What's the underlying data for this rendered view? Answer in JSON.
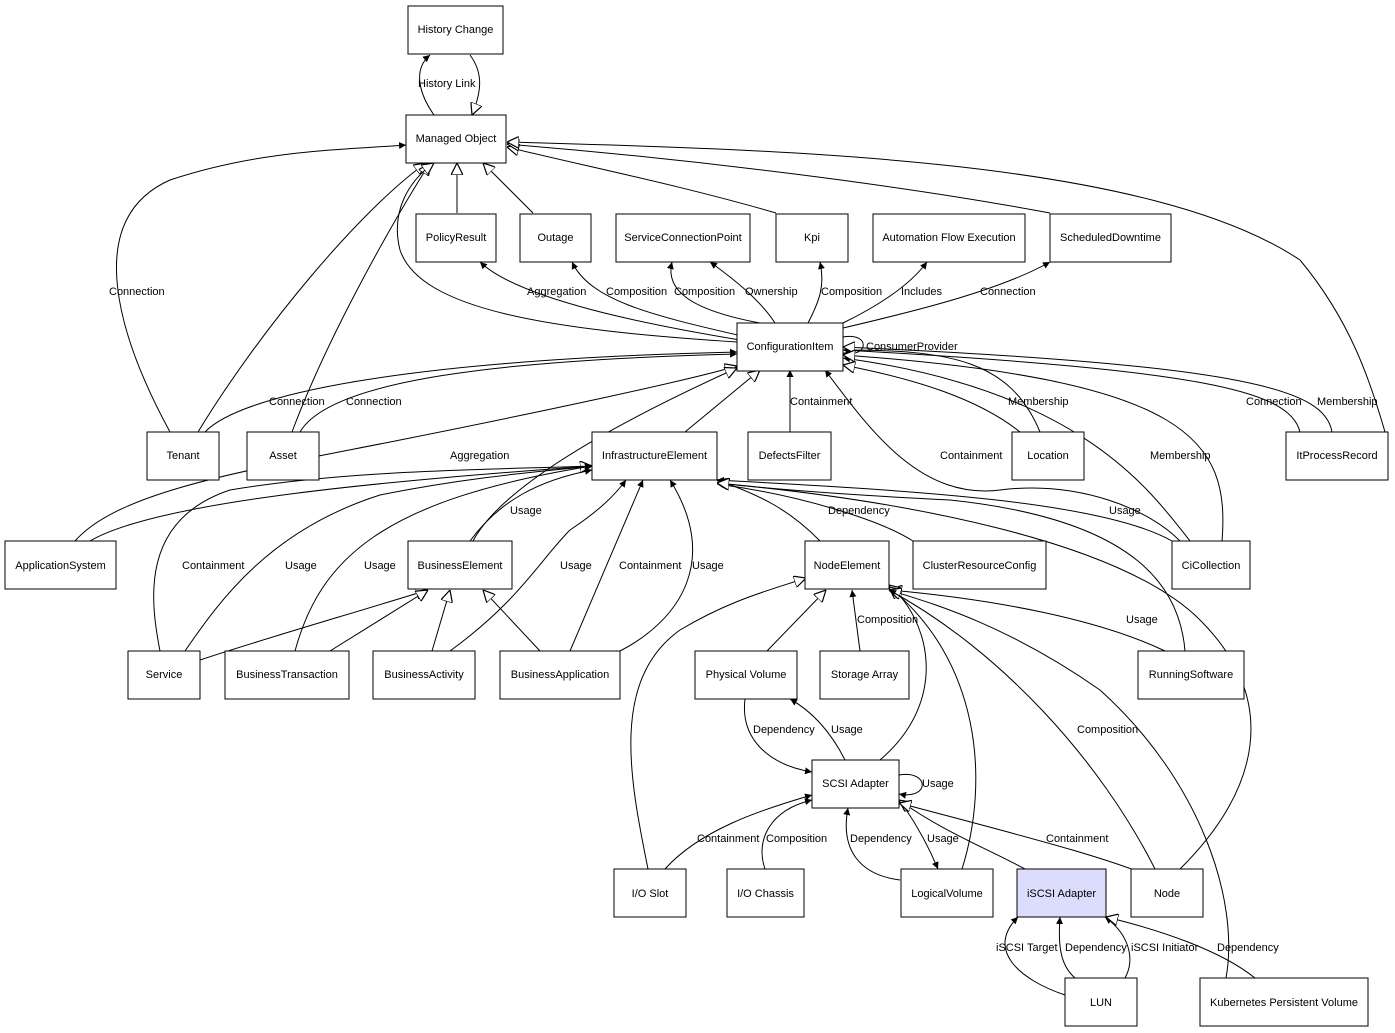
{
  "highlight_color": "#dcdcfc",
  "nodes": {
    "history_change": "History Change",
    "managed_object": "Managed Object",
    "policy_result": "PolicyResult",
    "outage": "Outage",
    "service_connection_point": "ServiceConnectionPoint",
    "kpi": "Kpi",
    "automation_flow_execution": "Automation Flow Execution",
    "scheduled_downtime": "ScheduledDowntime",
    "configuration_item": "ConfigurationItem",
    "tenant": "Tenant",
    "asset": "Asset",
    "infrastructure_element": "InfrastructureElement",
    "defects_filter": "DefectsFilter",
    "location": "Location",
    "it_process_record": "ItProcessRecord",
    "application_system": "ApplicationSystem",
    "business_element": "BusinessElement",
    "node_element": "NodeElement",
    "cluster_resource_config": "ClusterResourceConfig",
    "ci_collection": "CiCollection",
    "service": "Service",
    "business_transaction": "BusinessTransaction",
    "business_activity": "BusinessActivity",
    "business_application": "BusinessApplication",
    "physical_volume": "Physical Volume",
    "storage_array": "Storage Array",
    "running_software": "RunningSoftware",
    "scsi_adapter": "SCSI Adapter",
    "io_slot": "I/O Slot",
    "io_chassis": "I/O Chassis",
    "logical_volume": "LogicalVolume",
    "iscsi_adapter": "iSCSI Adapter",
    "node": "Node",
    "lun": "LUN",
    "kubernetes_persistent_volume": "Kubernetes Persistent Volume"
  },
  "edge_labels": {
    "history_link": "History Link",
    "tenant_mo_connection": "Connection",
    "ci_policy_aggregation": "Aggregation",
    "ci_outage_composition": "Composition",
    "ci_scp_composition": "Composition",
    "ci_scp_ownership": "Ownership",
    "ci_kpi_composition": "Composition",
    "ci_afe_includes": "Includes",
    "ci_sd_connection": "Connection",
    "ci_consumer_provider": "ConsumerProvider",
    "tenant_ci_connection": "Connection",
    "asset_ci_connection": "Connection",
    "defects_containment": "Containment",
    "location_membership": "Membership",
    "itpr_connection": "Connection",
    "itpr_membership": "Membership",
    "appsys_aggregation": "Aggregation",
    "cicoll_containment": "Containment",
    "cicoll_membership": "Membership",
    "cicoll_usage": "Usage",
    "be_ie_usage": "Usage",
    "ne_ie_dependency": "Dependency",
    "service_containment": "Containment",
    "service_usage": "Usage",
    "bt_usage": "Usage",
    "ba_usage": "Usage",
    "bapp_containment": "Containment",
    "bapp_usage": "Usage",
    "sa_composition": "Composition",
    "rs_usage": "Usage",
    "pv_dependency": "Dependency",
    "scsi_pv_usage": "Usage",
    "scsi_self_usage": "Usage",
    "node_composition": "Composition",
    "ioslot_containment": "Containment",
    "iochassis_composition": "Composition",
    "lv_dependency": "Dependency",
    "lv_usage": "Usage",
    "node_containment": "Containment",
    "lun_iscsi_target": "iSCSI Target",
    "lun_dependency": "Dependency",
    "lun_iscsi_initiator": "iSCSI Initiator",
    "kpv_dependency": "Dependency"
  }
}
